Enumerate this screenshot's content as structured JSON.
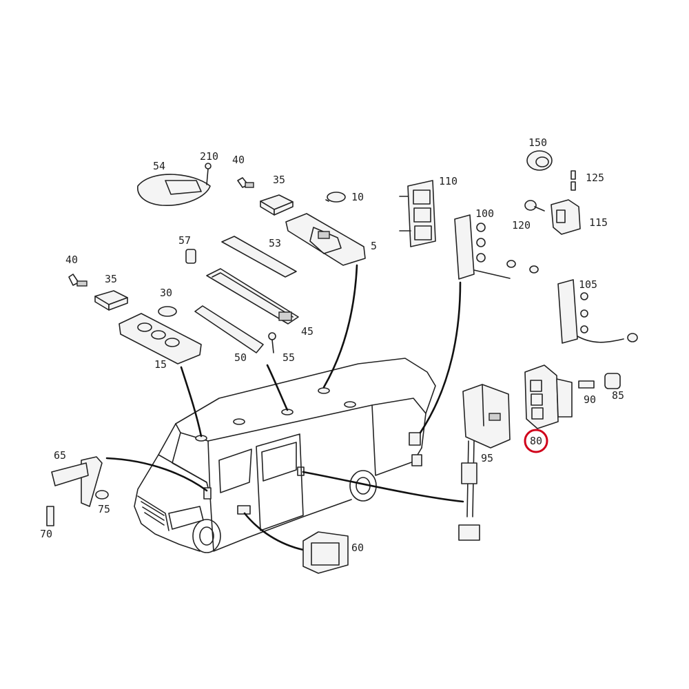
{
  "diagram": {
    "parts": [
      {
        "id": "p54",
        "label": "54"
      },
      {
        "id": "p210",
        "label": "210"
      },
      {
        "id": "p40a",
        "label": "40"
      },
      {
        "id": "p35a",
        "label": "35"
      },
      {
        "id": "p10",
        "label": "10"
      },
      {
        "id": "p110",
        "label": "110"
      },
      {
        "id": "p150",
        "label": "150"
      },
      {
        "id": "p125",
        "label": "125"
      },
      {
        "id": "p57",
        "label": "57"
      },
      {
        "id": "p53",
        "label": "53"
      },
      {
        "id": "p5",
        "label": "5"
      },
      {
        "id": "p100",
        "label": "100"
      },
      {
        "id": "p120",
        "label": "120"
      },
      {
        "id": "p115",
        "label": "115"
      },
      {
        "id": "p40b",
        "label": "40"
      },
      {
        "id": "p35b",
        "label": "35"
      },
      {
        "id": "p30",
        "label": "30"
      },
      {
        "id": "p105",
        "label": "105"
      },
      {
        "id": "p45",
        "label": "45"
      },
      {
        "id": "p55",
        "label": "55"
      },
      {
        "id": "p50",
        "label": "50"
      },
      {
        "id": "p15",
        "label": "15"
      },
      {
        "id": "p90",
        "label": "90"
      },
      {
        "id": "p85",
        "label": "85"
      },
      {
        "id": "p80",
        "label": "80"
      },
      {
        "id": "p65",
        "label": "65"
      },
      {
        "id": "p95",
        "label": "95"
      },
      {
        "id": "p75",
        "label": "75"
      },
      {
        "id": "p70",
        "label": "70"
      },
      {
        "id": "p60",
        "label": "60"
      }
    ],
    "highlight": {
      "part": "80",
      "color": "#d0021b"
    },
    "line_color": "#222222"
  }
}
